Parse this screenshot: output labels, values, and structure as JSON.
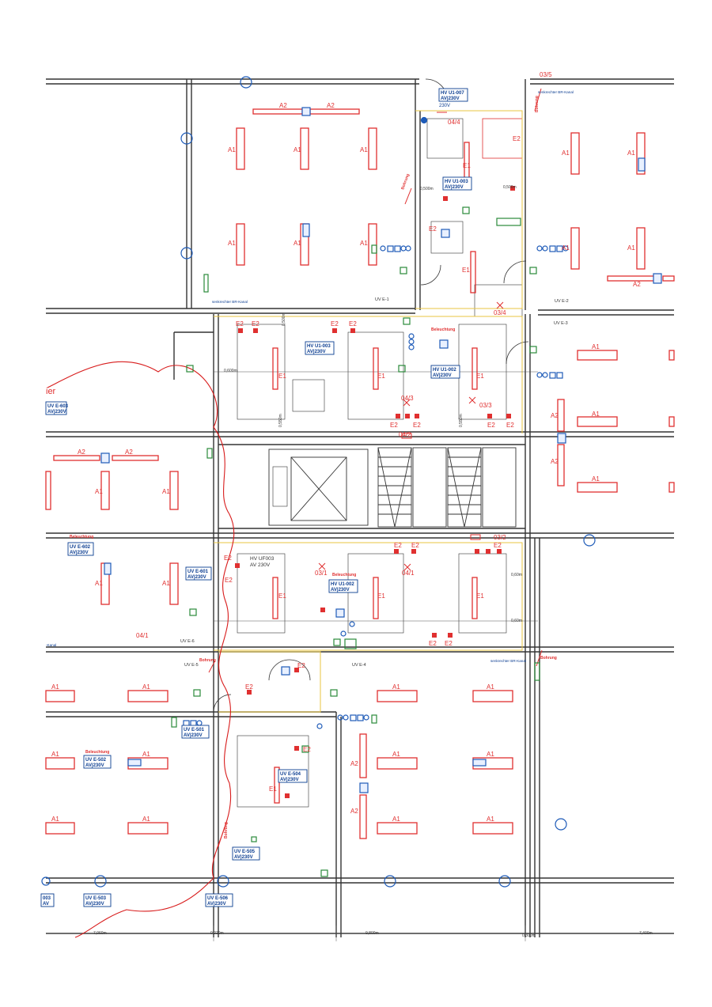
{
  "colors": {
    "wall": "#333333",
    "light": "#e03030",
    "electrical": "#1e5bb8",
    "emergency": "#2a8a3a",
    "zone": "#e8c640",
    "arc": "#d81c1c"
  },
  "labels": {
    "a1": "A1",
    "a2": "A2",
    "e1": "E1",
    "e2": "E2"
  },
  "section_marks": {
    "m0435": "03/5",
    "m0404": "04/4",
    "m0434": "03/4",
    "m0403": "04/3",
    "m0303": "03/3",
    "m0402": "04/2",
    "m0302": "03/2",
    "m0301": "03/1",
    "m0401": "04/1",
    "m0401b": "04/1"
  },
  "panels": {
    "hv_u1_007": [
      "HV U1-007",
      "AV|230V"
    ],
    "hv_u1_003a": [
      "HV U1-003",
      "AV|230V"
    ],
    "hv_u1_003b": [
      "HV U1-003",
      "AV|230V"
    ],
    "hv_u1_002a": [
      "HV U1-002",
      "AV|230V"
    ],
    "uv_e603": [
      "UV E-603",
      "AV|230V"
    ],
    "uv_e602": [
      "UV E-602",
      "AV|230V"
    ],
    "uv_e601": [
      "UV E-601",
      "AV|230V"
    ],
    "hv_u1_002b": [
      "HV U1-002",
      "AV|230V"
    ],
    "uv_e501": [
      "UV E-501",
      "AV|230V"
    ],
    "uv_e502": [
      "UV E-502",
      "AV|230V"
    ],
    "uv_e504": [
      "UV E-504",
      "AV|230V"
    ],
    "uv_e505": [
      "UV E-505",
      "AV|230V"
    ],
    "uv_e503a": [
      "UV E-503",
      "AV|230V"
    ],
    "uv_e503b": [
      "003",
      "AV"
    ],
    "uv_e506": [
      "UV E-506",
      "AV|230V"
    ]
  },
  "plain_labels": {
    "hv_uf003": "HV UF003",
    "av_230v": "AV 230V",
    "v230": "230V",
    "uv_e1": "UV E-1",
    "uv_e2": "UV E-2",
    "uv_e3": "UV E-3",
    "uv_e4": "UV E-4",
    "uv_e5": "UV E-5",
    "uv_e6": "UV E-6",
    "beleuchtung": "Beleuchtung",
    "bohrung": "Bohrung",
    "senkrechter_br_kanal": "senkrechter BR-Kanal",
    "kanal": "-Kanal",
    "ier": "ier"
  },
  "dimensions": {
    "d_0500a": "0,500m",
    "d_0500b": "0,500m",
    "d_0500c": "0,500m",
    "d_0600a": "0,600m",
    "d_0550a": "0,550m",
    "d_0550b": "0,550m",
    "d_0600b": "0,60m",
    "d_0600c": "0,60m",
    "d_7060": "7,060m",
    "d_0220": "0,220m",
    "d_9800": "9,800m",
    "d_0300": "0,300m",
    "d_7400": "7,400m"
  }
}
